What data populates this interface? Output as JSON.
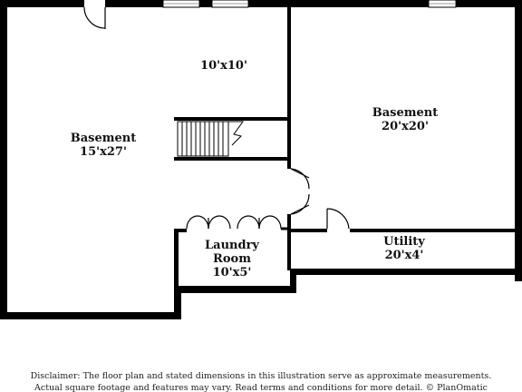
{
  "rooms": {
    "basement_left": {
      "name": "Basement",
      "dims": "15'x27'"
    },
    "small_room": {
      "dims": "10'x10'"
    },
    "basement_right": {
      "name": "Basement",
      "dims": "20'x20'"
    },
    "laundry": {
      "name_line1": "Laundry",
      "name_line2": "Room",
      "dims": "10'x5'"
    },
    "utility": {
      "name": "Utility",
      "dims": "20'x4'"
    }
  },
  "disclaimer": {
    "line1": "Disclaimer: The floor plan and stated dimensions in this illustration serve as approximate measurements.",
    "line2": "Actual square footage and features may vary. Read terms and conditions for more detail. © PlanOmatic"
  },
  "colors": {
    "wall": "#000000",
    "window": "#bdbdbd",
    "background": "#ffffff",
    "text": "#111111"
  }
}
